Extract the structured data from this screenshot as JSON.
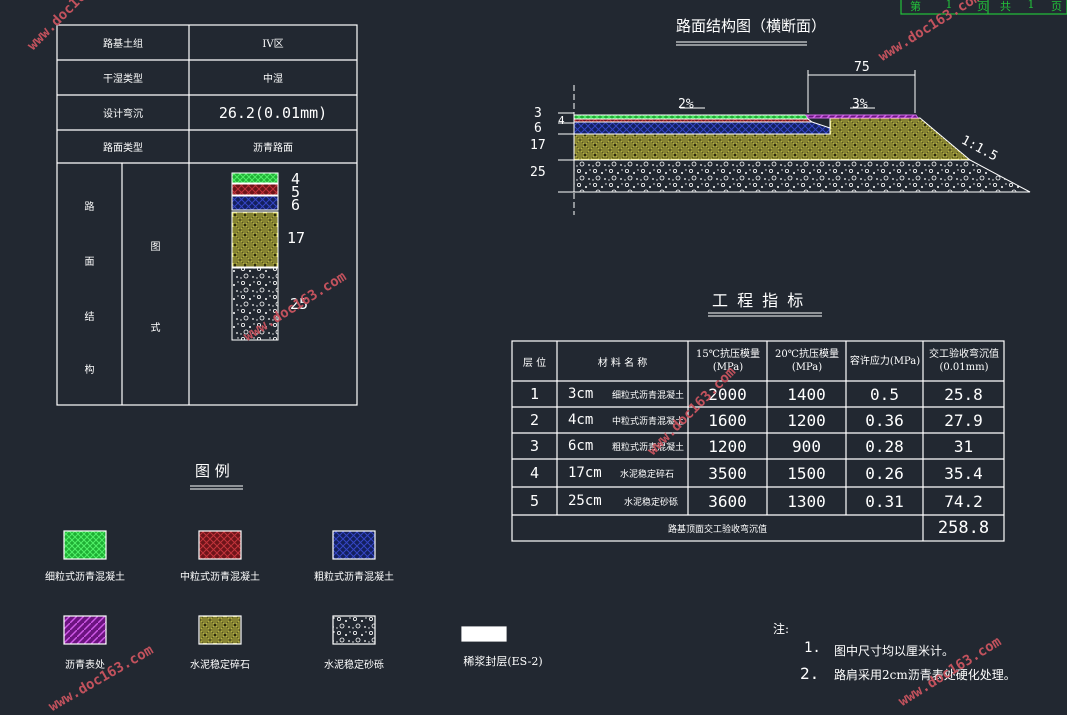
{
  "page_tag": {
    "page_label": "第",
    "page_num": "1",
    "page_unit": "页",
    "total_label": "共",
    "total_num": "1",
    "total_unit": "页"
  },
  "watermark": "www.doc163.com",
  "info_table": {
    "rows": [
      {
        "label": "路基土组",
        "value": "IV区"
      },
      {
        "label": "干湿类型",
        "value": "中湿"
      },
      {
        "label": "设计弯沉",
        "value": "26.2(0.01mm)"
      },
      {
        "label": "路面类型",
        "value": "沥青路面"
      }
    ],
    "structure_label": [
      "路",
      "面",
      "结",
      "构"
    ],
    "figure_label": [
      "图",
      "式"
    ],
    "column_thicknesses": [
      "4",
      "5",
      "6",
      "17",
      "25"
    ]
  },
  "cross_section": {
    "title": "路面结构图（横断面）",
    "dim_shoulder": "75",
    "slope_road": "2%",
    "slope_shoulder": "3%",
    "side_slope": "1:1.5",
    "left_dims": [
      "3",
      "6",
      "17",
      "25"
    ],
    "inner_dim": "4"
  },
  "eng_table": {
    "title": "工 程 指 标",
    "headers": [
      "层 位",
      "材 料 名 称",
      "15℃抗压模量(MPa)",
      "20℃抗压模量(MPa)",
      "容许应力(MPa)",
      "交工验收弯沉值(0.01mm)"
    ],
    "rows": [
      {
        "layer": "1",
        "thick": "3cm",
        "name": "细粒式沥青混凝土",
        "m15": "2000",
        "m20": "1400",
        "stress": "0.5",
        "defl": "25.8"
      },
      {
        "layer": "2",
        "thick": "4cm",
        "name": "中粒式沥青混凝土",
        "m15": "1600",
        "m20": "1200",
        "stress": "0.36",
        "defl": "27.9"
      },
      {
        "layer": "3",
        "thick": "6cm",
        "name": "粗粒式沥青混凝土",
        "m15": "1200",
        "m20": "900",
        "stress": "0.28",
        "defl": "31"
      },
      {
        "layer": "4",
        "thick": "17cm",
        "name": "水泥稳定碎石",
        "m15": "3500",
        "m20": "1500",
        "stress": "0.26",
        "defl": "35.4"
      },
      {
        "layer": "5",
        "thick": "25cm",
        "name": "水泥稳定砂砾",
        "m15": "3600",
        "m20": "1300",
        "stress": "0.31",
        "defl": "74.2"
      }
    ],
    "footer_label": "路基顶面交工验收弯沉值",
    "footer_value": "258.8"
  },
  "legend": {
    "title": "图  例",
    "items": [
      {
        "label": "细粒式沥青混凝土",
        "color": "#22c03a"
      },
      {
        "label": "中粒式沥青混凝土",
        "color": "#8a1f24"
      },
      {
        "label": "粗粒式沥青混凝土",
        "color": "#1b2c8e"
      },
      {
        "label": "沥青表处",
        "color": "#8b1d9c"
      },
      {
        "label": "水泥稳定碎石",
        "color": "#d9d245"
      },
      {
        "label": "水泥稳定砂砾",
        "color": "#ffffff"
      },
      {
        "label": "稀浆封层(ES-2)",
        "color": "#ffffff"
      }
    ]
  },
  "notes": {
    "title": "注:",
    "items": [
      {
        "num": "1.",
        "text": "图中尺寸均以厘米计。"
      },
      {
        "num": "2.",
        "text": "路肩采用2cm沥青表处硬化处理。"
      }
    ]
  }
}
